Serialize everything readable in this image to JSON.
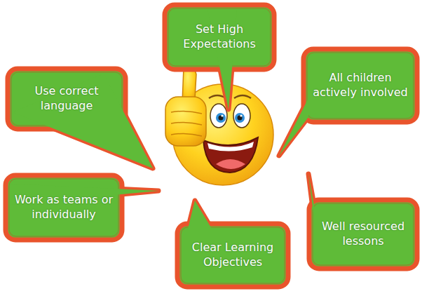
{
  "diagram": {
    "nodes": [
      {
        "text": [
          "Set High Expectations"
        ]
      },
      {
        "text": [
          "All children actively involved"
        ]
      },
      {
        "text": [
          "Use correct language"
        ]
      },
      {
        "text": [
          "Work as teams or individually"
        ]
      },
      {
        "text": [
          "Well resourced lessons"
        ]
      },
      {
        "text": [
          "Clear Learning Objectives"
        ]
      }
    ]
  }
}
